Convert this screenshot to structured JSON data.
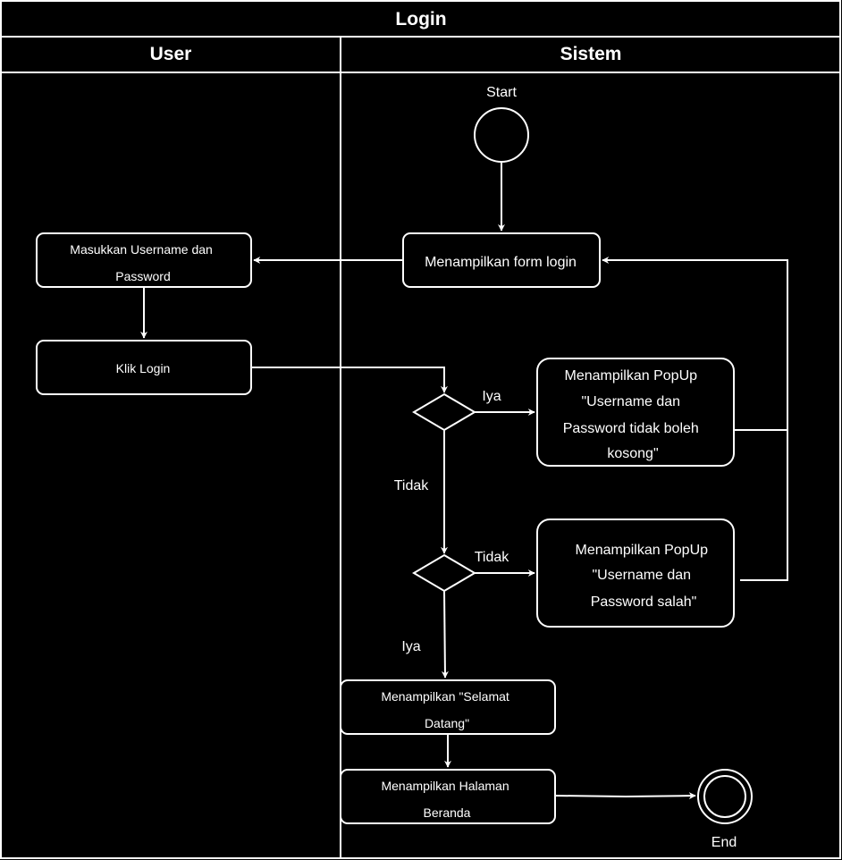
{
  "pool": {
    "title": "Login",
    "lanes": [
      "User",
      "Sistem"
    ]
  },
  "nodes": {
    "start_label": "Start",
    "end_label": "End",
    "input_credentials": [
      "Masukkan Username dan",
      "Password"
    ],
    "show_login_form": [
      "Menampilkan form login"
    ],
    "click_login": [
      "Klik Login"
    ],
    "popup_empty": [
      "Menampilkan PopUp",
      "\"Username dan",
      "Password tidak boleh",
      "kosong\""
    ],
    "popup_wrong": [
      "Menampilkan PopUp",
      "\"Username dan",
      "Password salah\""
    ],
    "welcome": [
      "Menampilkan \"Selamat",
      "Datang\""
    ],
    "home": [
      "Menampilkan Halaman",
      "Beranda"
    ]
  },
  "edges": {
    "d1_yes": "Iya",
    "d1_no": "Tidak",
    "d2_no": "Tidak",
    "d2_yes": "Iya"
  },
  "colors": {
    "background": "#000000",
    "stroke": "#ffffff",
    "text": "#ffffff"
  }
}
